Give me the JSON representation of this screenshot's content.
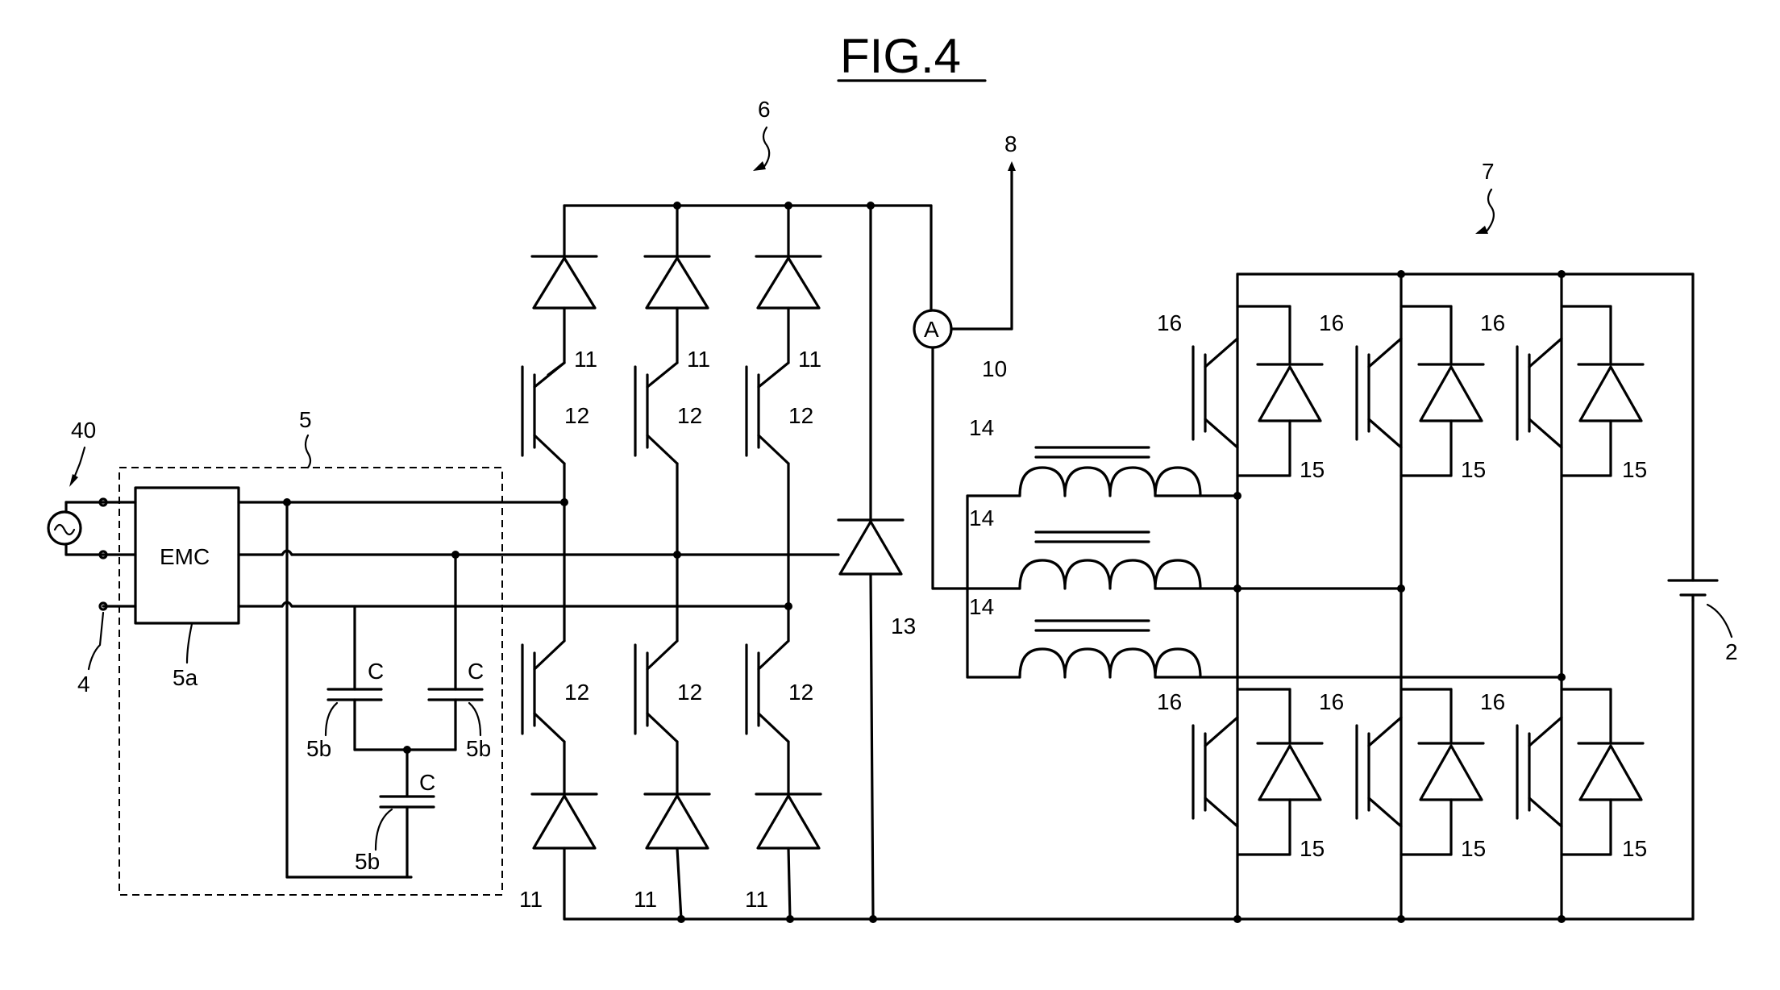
{
  "figure": {
    "title": "FIG.4"
  },
  "labels": {
    "source_ref": "40",
    "input_ref": "4",
    "filter_ref": "5",
    "filter_block_ref": "5a",
    "filter_block_text": "EMC",
    "capacitor_ref": "5b",
    "capacitor_symbol": "C",
    "rectifier_ref": "6",
    "diode_ref": "11",
    "transistor_ref": "12",
    "freewheel_ref": "13",
    "ammeter_ref": "10",
    "ammeter_symbol": "A",
    "output_ref": "8",
    "inverter_ref": "7",
    "winding_ref": "14",
    "inv_diode_ref": "15",
    "inv_transistor_ref": "16",
    "battery_ref": "2"
  }
}
